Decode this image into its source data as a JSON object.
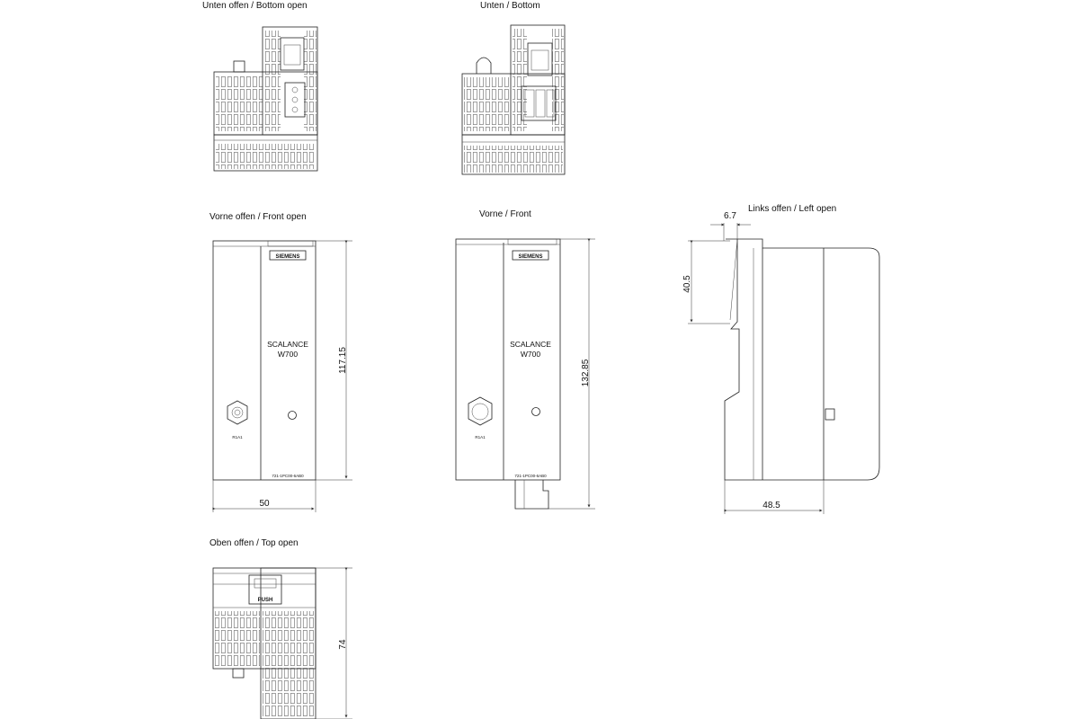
{
  "views": {
    "bottom_open": {
      "title": "Unten offen / Bottom open"
    },
    "bottom": {
      "title": "Unten / Bottom"
    },
    "front_open": {
      "title": "Vorne offen / Front open",
      "product_line1": "SCALANCE",
      "product_line2": "W700",
      "brand": "SIEMENS",
      "connector": "R1A1",
      "order_no": "721-1PC00-6AB0",
      "dim_height": "117.15",
      "dim_width": "50"
    },
    "front": {
      "title": "Vorne / Front",
      "product_line1": "SCALANCE",
      "product_line2": "W700",
      "brand": "SIEMENS",
      "connector": "R1A1",
      "order_no": "721-1PC00-6AB0",
      "dim_height": "132.85"
    },
    "left_open": {
      "title": "Links offen / Left open",
      "dim_top": "6.7",
      "dim_side": "40.5",
      "dim_width": "48.5"
    },
    "top_open": {
      "title": "Oben offen / Top open",
      "push_label": "PUSH",
      "dim_height": "74"
    }
  }
}
